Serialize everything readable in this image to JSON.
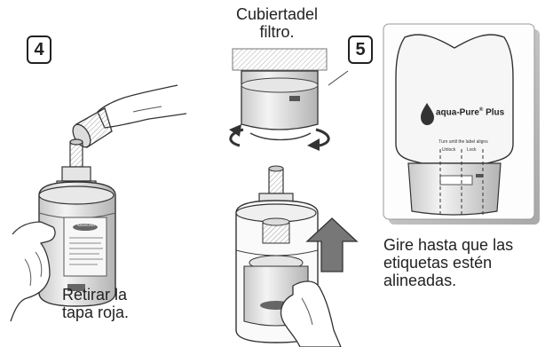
{
  "steps": {
    "step4": {
      "number": "4",
      "caption_line1": "Retirar la",
      "caption_line2": "tapa roja."
    },
    "step5": {
      "number": "5",
      "cover_label_line1": "Cubiertadel",
      "cover_label_line2": "filtro.",
      "caption_line1": "Gire hasta que las",
      "caption_line2": "etiquetas estén",
      "caption_line3": "alineadas."
    }
  },
  "product_panel": {
    "brand": "aqua-Pure",
    "brand_suffix": "Plus",
    "align_text": "Turn until the label aligns",
    "unlock": "Unlock",
    "lock": "Lock"
  },
  "can_logo": "SAMSUNG"
}
